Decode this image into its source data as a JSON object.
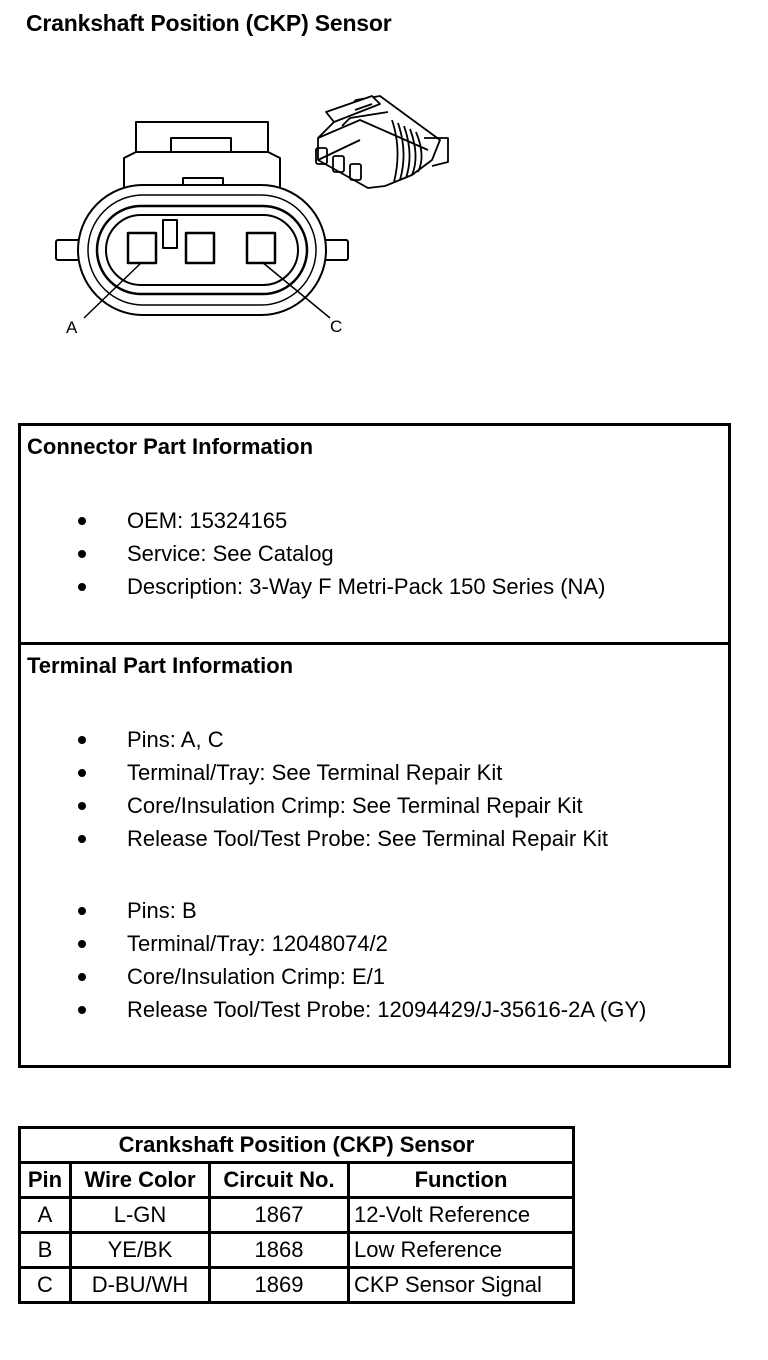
{
  "page_title": "Crankshaft Position (CKP) Sensor",
  "diagram": {
    "pin_labels": [
      "A",
      "C"
    ]
  },
  "connector_section": {
    "heading": "Connector Part Information",
    "items": [
      "OEM: 15324165",
      "Service: See Catalog",
      "Description: 3-Way F Metri-Pack 150 Series (NA)"
    ]
  },
  "terminal_section": {
    "heading": "Terminal Part Information",
    "group1": [
      "Pins: A, C",
      "Terminal/Tray: See Terminal Repair Kit",
      "Core/Insulation Crimp: See Terminal Repair Kit",
      "Release Tool/Test Probe: See Terminal Repair Kit"
    ],
    "group2": [
      "Pins: B",
      "Terminal/Tray: 12048074/2",
      "Core/Insulation Crimp: E/1",
      "Release Tool/Test Probe: 12094429/J-35616-2A (GY)"
    ]
  },
  "pin_table": {
    "caption": "Crankshaft Position (CKP) Sensor",
    "headers": [
      "Pin",
      "Wire Color",
      "Circuit No.",
      "Function"
    ],
    "rows": [
      [
        "A",
        "L-GN",
        "1867",
        "12-Volt Reference"
      ],
      [
        "B",
        "YE/BK",
        "1868",
        "Low Reference"
      ],
      [
        "C",
        "D-BU/WH",
        "1869",
        "CKP Sensor Signal"
      ]
    ]
  }
}
